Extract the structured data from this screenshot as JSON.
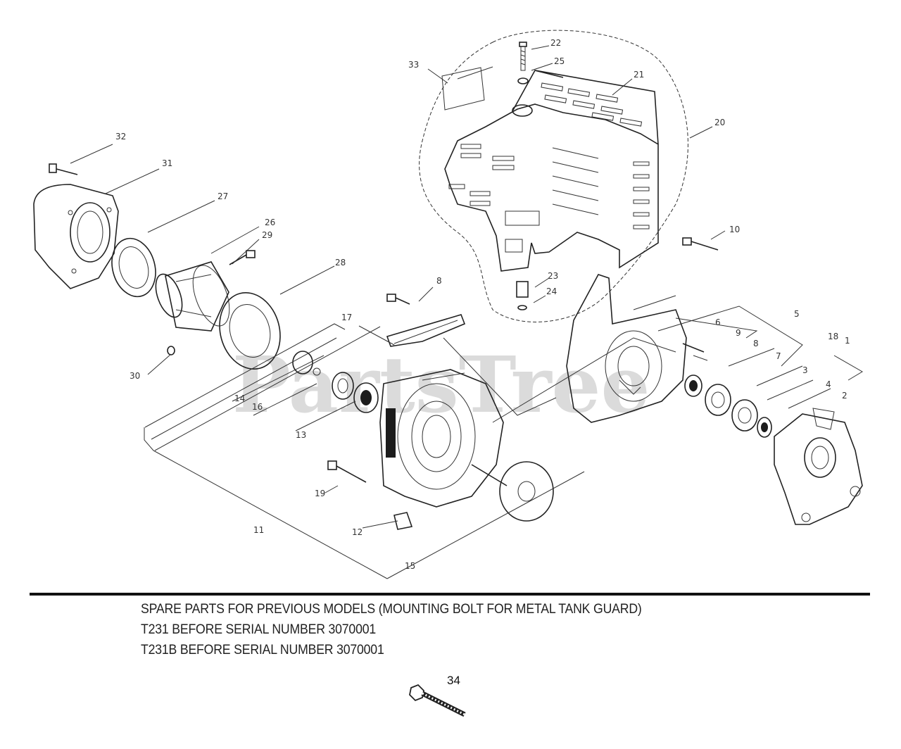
{
  "diagram": {
    "watermark": "PartsTree",
    "callouts": [
      {
        "id": "c1",
        "text": "1"
      },
      {
        "id": "c2",
        "text": "2"
      },
      {
        "id": "c3",
        "text": "3"
      },
      {
        "id": "c4",
        "text": "4"
      },
      {
        "id": "c5",
        "text": "5"
      },
      {
        "id": "c6",
        "text": "6"
      },
      {
        "id": "c7",
        "text": "7"
      },
      {
        "id": "c8a",
        "text": "8"
      },
      {
        "id": "c8b",
        "text": "8"
      },
      {
        "id": "c9",
        "text": "9"
      },
      {
        "id": "c10",
        "text": "10"
      },
      {
        "id": "c11",
        "text": "11"
      },
      {
        "id": "c12",
        "text": "12"
      },
      {
        "id": "c13",
        "text": "13"
      },
      {
        "id": "c14",
        "text": "14"
      },
      {
        "id": "c15",
        "text": "15"
      },
      {
        "id": "c16",
        "text": "16"
      },
      {
        "id": "c17",
        "text": "17"
      },
      {
        "id": "c18",
        "text": "18"
      },
      {
        "id": "c19",
        "text": "19"
      },
      {
        "id": "c20",
        "text": "20"
      },
      {
        "id": "c21",
        "text": "21"
      },
      {
        "id": "c22",
        "text": "22"
      },
      {
        "id": "c23",
        "text": "23"
      },
      {
        "id": "c24",
        "text": "24"
      },
      {
        "id": "c25",
        "text": "25"
      },
      {
        "id": "c26",
        "text": "26"
      },
      {
        "id": "c27",
        "text": "27"
      },
      {
        "id": "c28",
        "text": "28"
      },
      {
        "id": "c29",
        "text": "29"
      },
      {
        "id": "c30",
        "text": "30"
      },
      {
        "id": "c31",
        "text": "31"
      },
      {
        "id": "c32",
        "text": "32"
      },
      {
        "id": "c33",
        "text": "33"
      }
    ]
  },
  "notes": {
    "line1": "SPARE PARTS FOR PREVIOUS MODELS (MOUNTING BOLT FOR METAL TANK GUARD)",
    "line2": "T231 BEFORE SERIAL NUMBER 3070001",
    "line3": "T231B BEFORE SERIAL NUMBER 3070001"
  },
  "extra_part": {
    "label": "34"
  }
}
